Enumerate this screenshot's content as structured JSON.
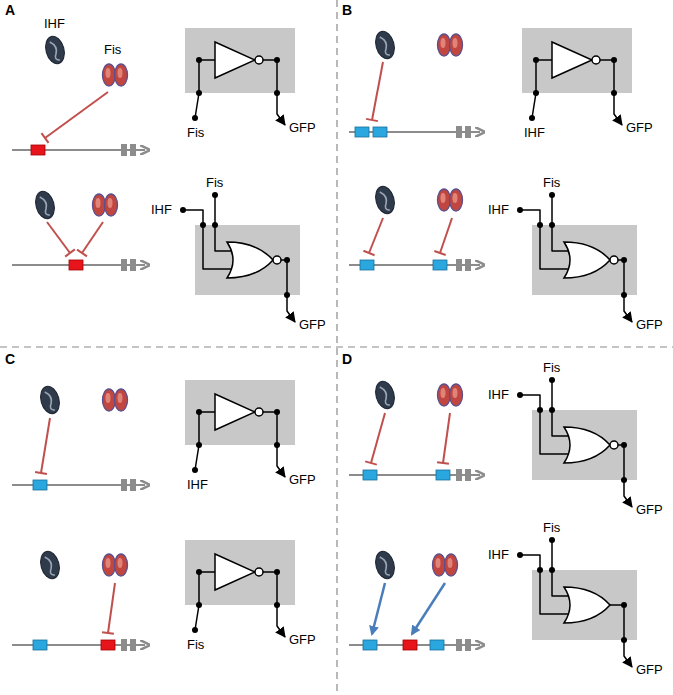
{
  "diagram": {
    "labels": [
      "A",
      "IHF",
      "Fis",
      "Fis",
      "GFP",
      "IHF",
      "Fis",
      "GFP",
      "B",
      "IHF",
      "GFP",
      "IHF",
      "Fis",
      "GFP",
      "C",
      "IHF",
      "GFP",
      "Fis",
      "GFP",
      "D",
      "IHF",
      "Fis",
      "GFP",
      "IHF",
      "Fis",
      "GFP"
    ]
  }
}
